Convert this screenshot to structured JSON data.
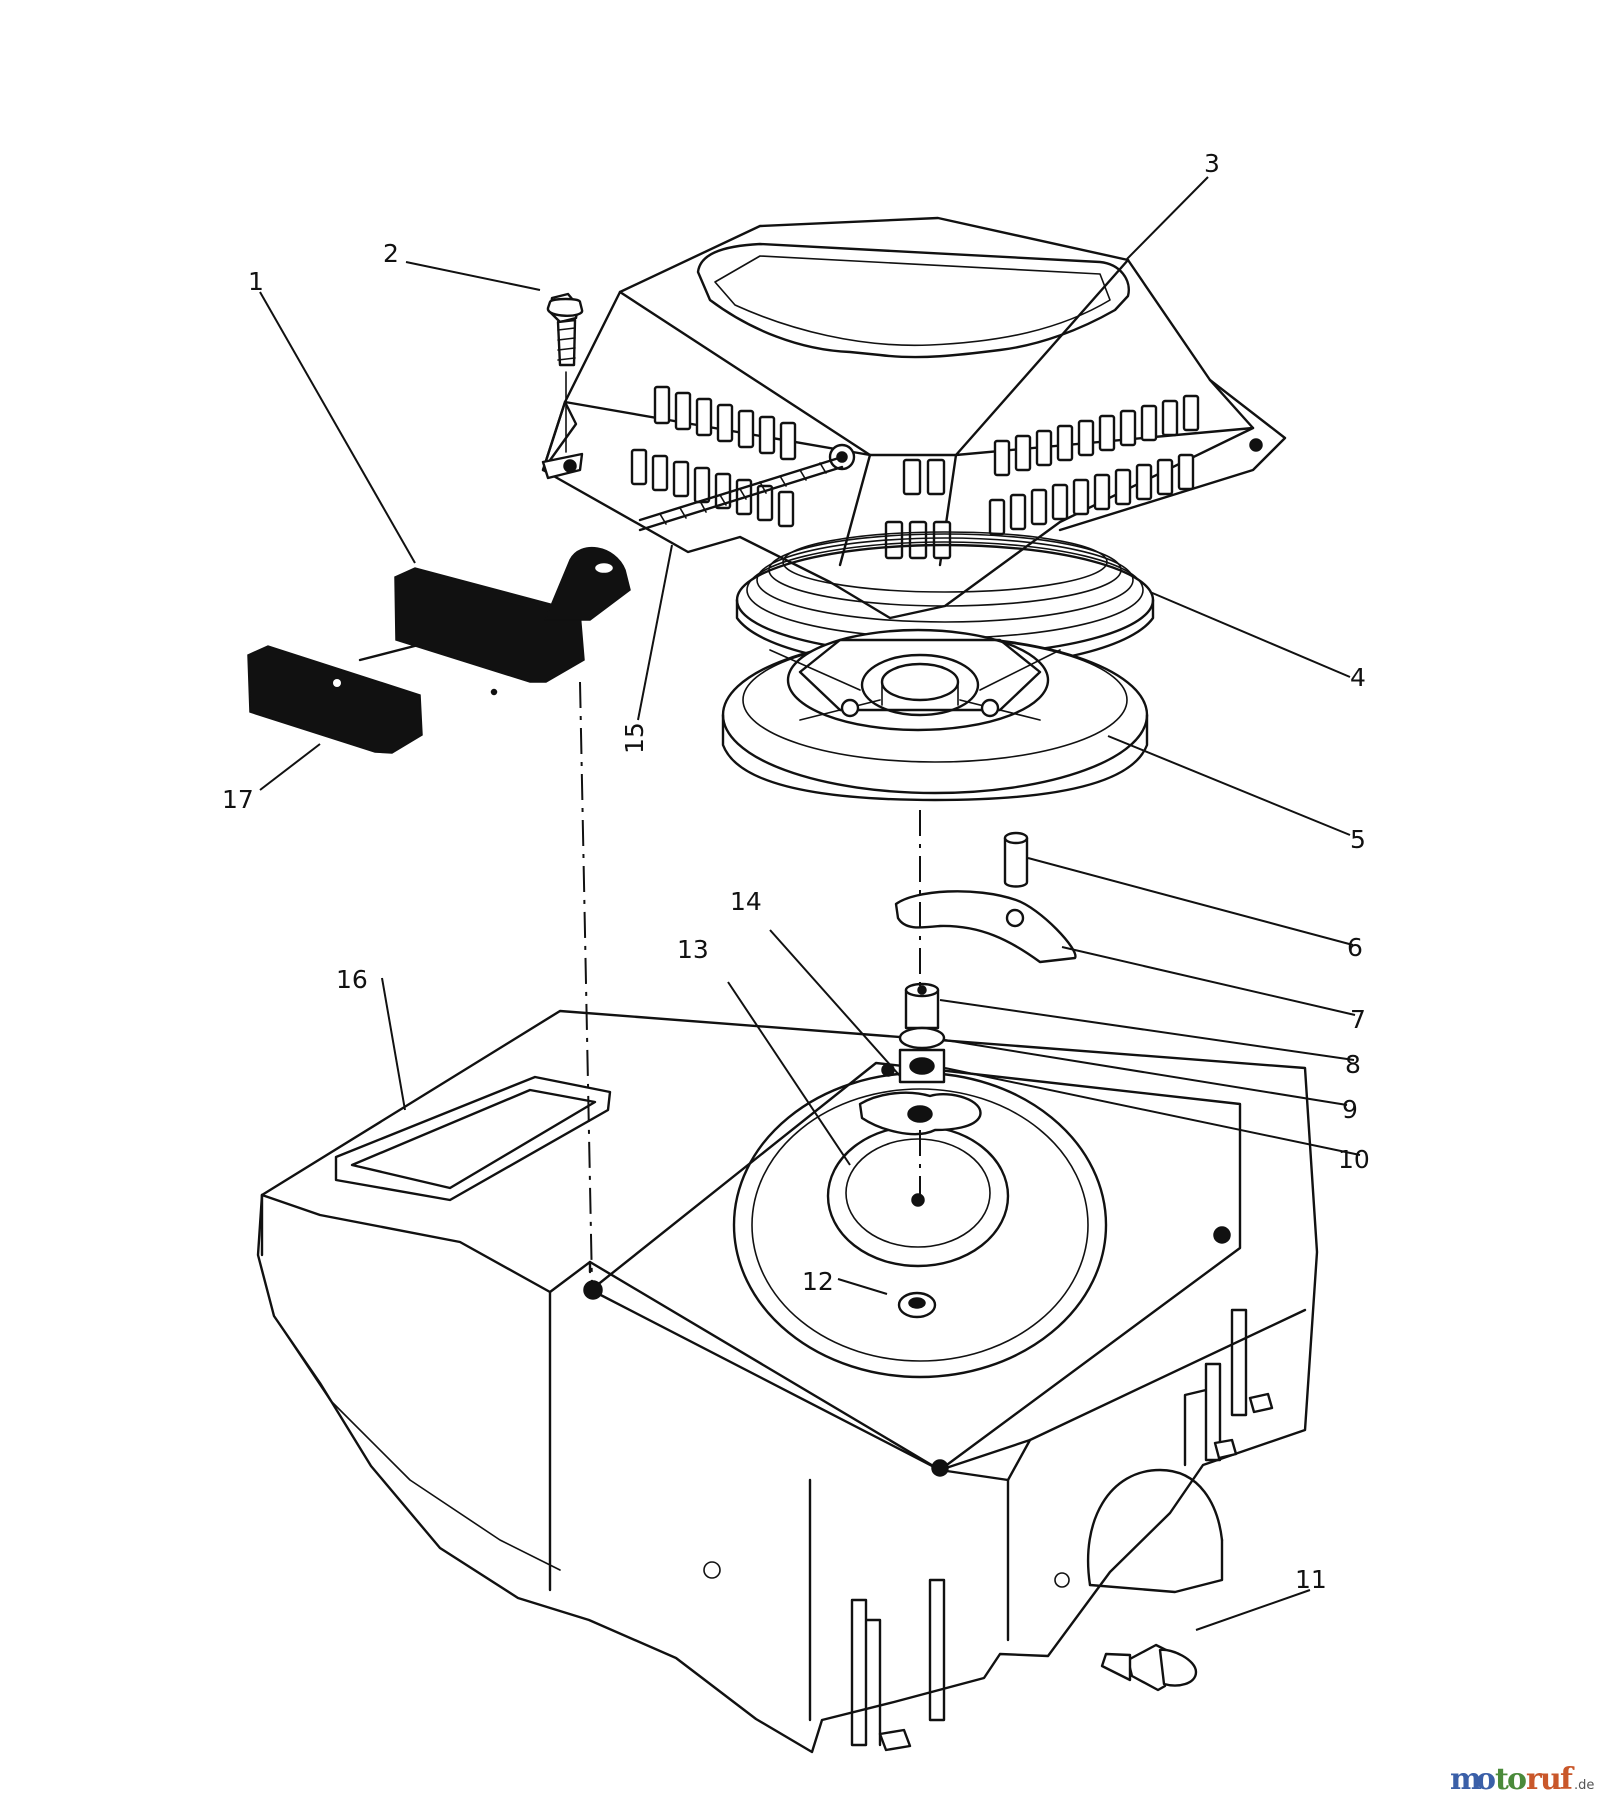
{
  "callouts": [
    "1",
    "2",
    "3",
    "4",
    "5",
    "6",
    "7",
    "8",
    "9",
    "10",
    "11",
    "12",
    "13",
    "14",
    "15",
    "16",
    "17"
  ],
  "watermark": {
    "letters": [
      "m",
      "o",
      "t",
      "o",
      "r",
      "u",
      "f"
    ],
    "suffix": ".de",
    "colors": [
      "#3a5fa8",
      "#3a5fa8",
      "#4a8a3a",
      "#4a8a3a",
      "#c9572a",
      "#c9572a",
      "#c9572a"
    ]
  }
}
